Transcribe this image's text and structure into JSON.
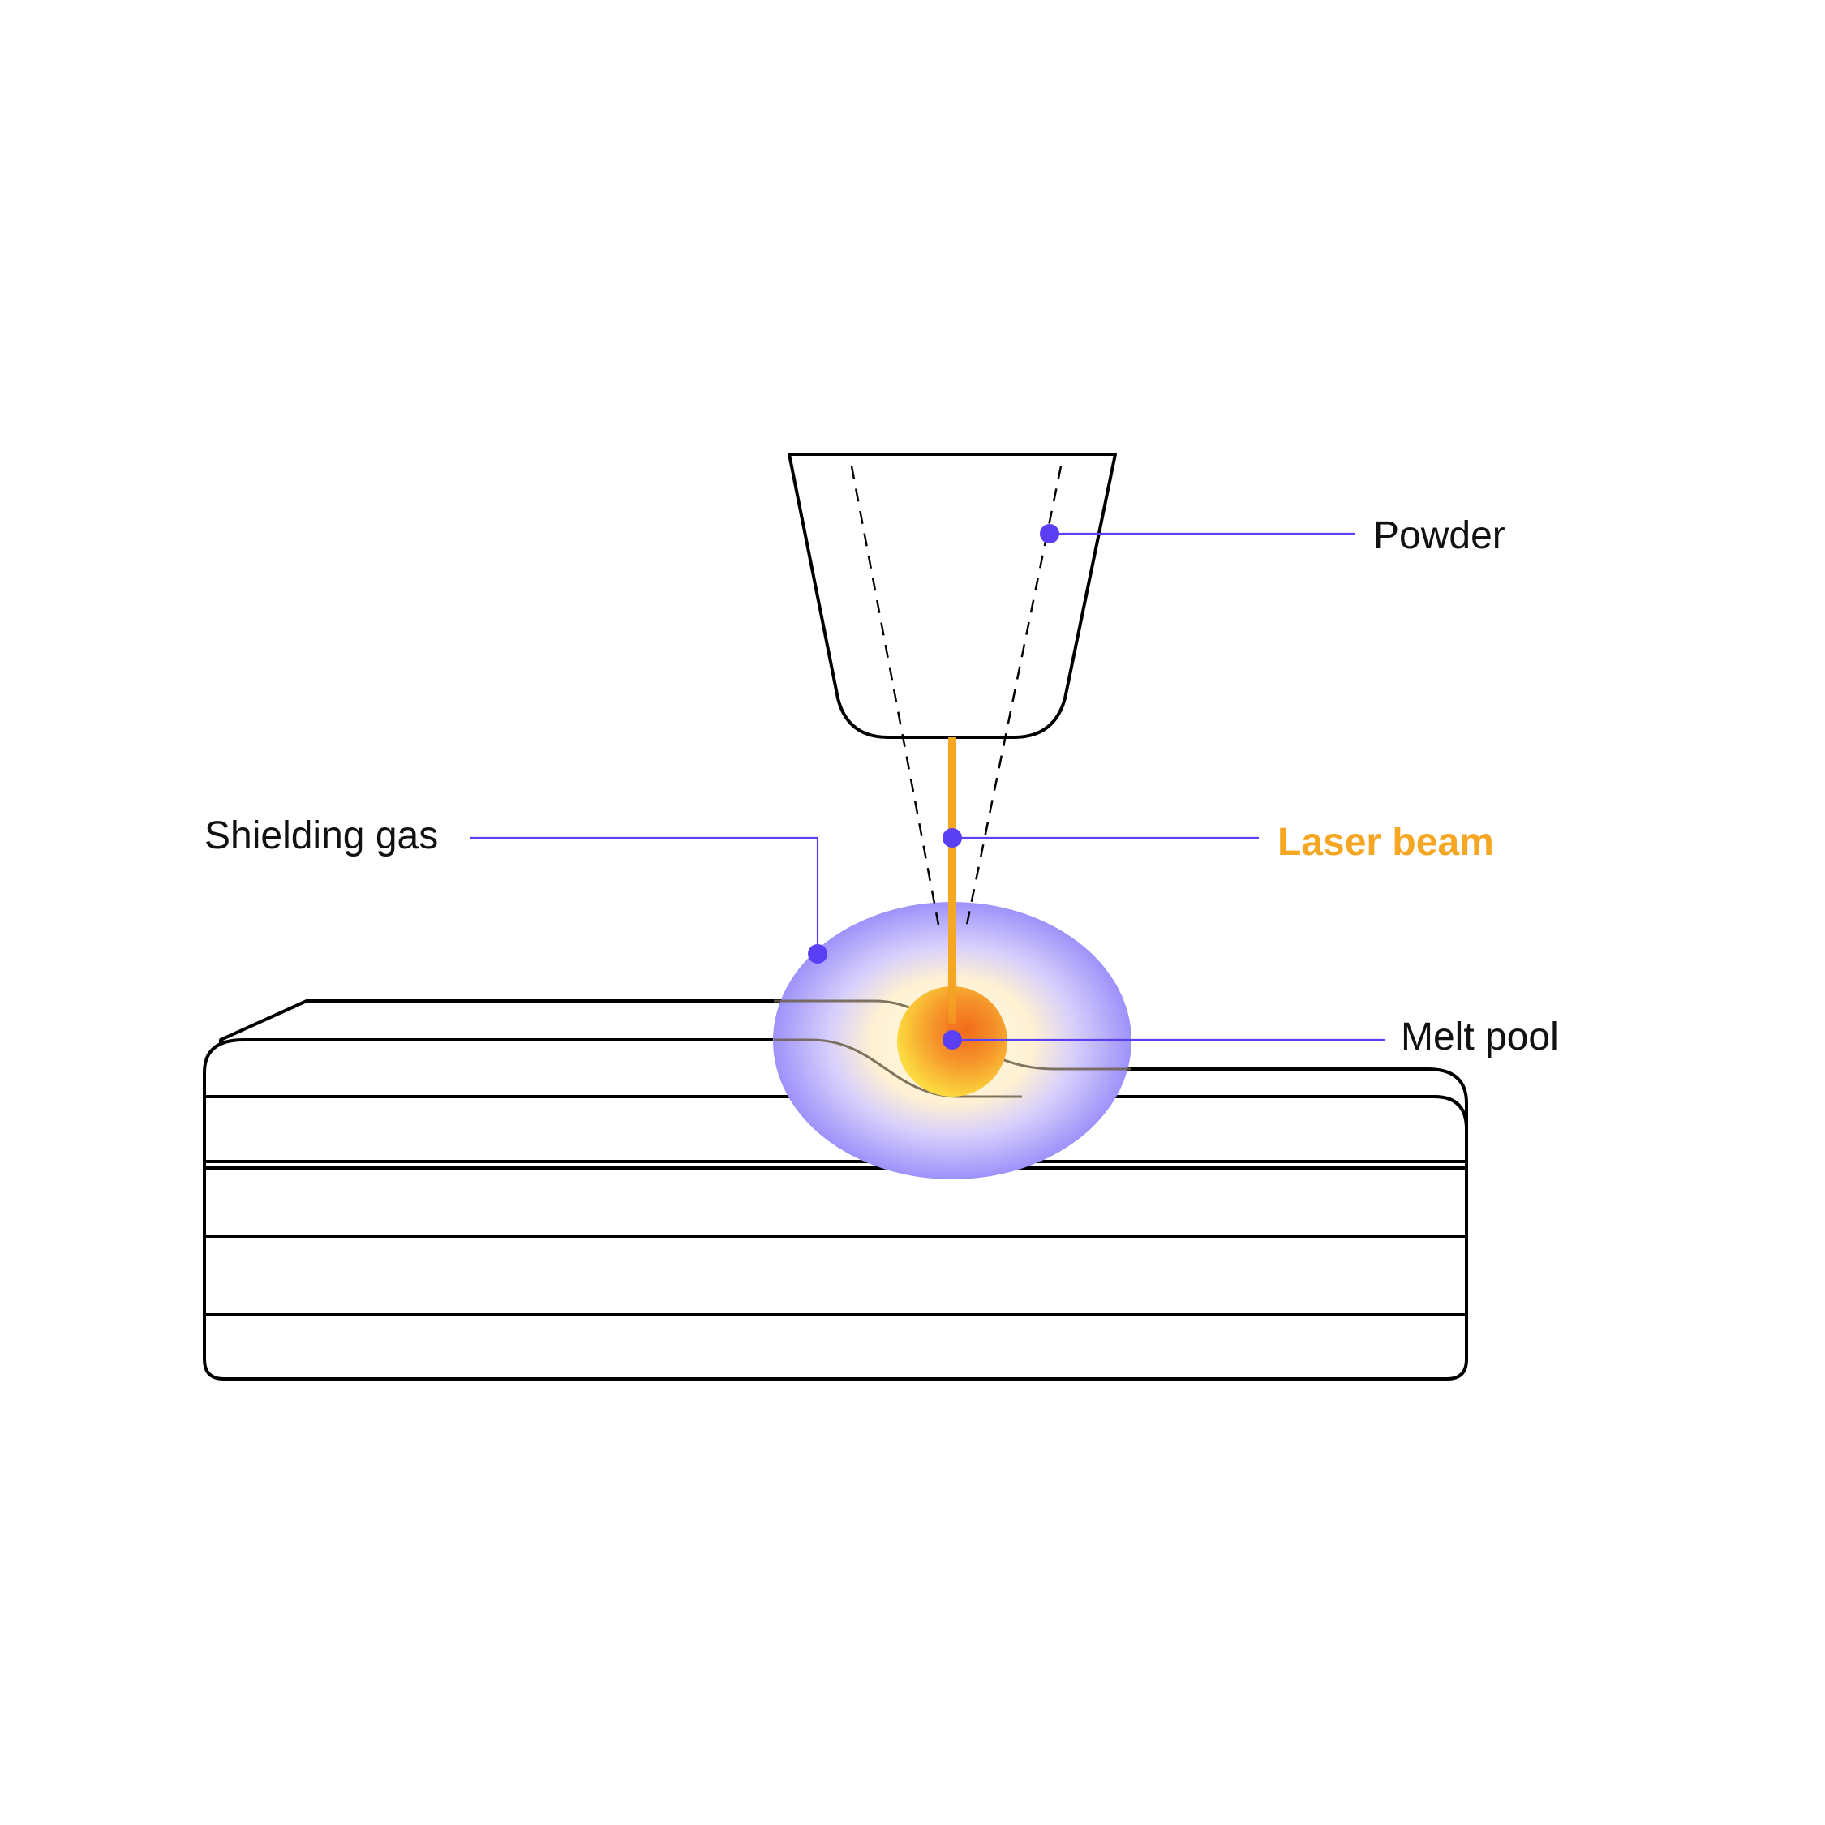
{
  "labels": {
    "powder": "Powder",
    "laser_beam": "Laser beam",
    "shielding_gas": "Shielding gas",
    "melt_pool": "Melt pool"
  },
  "colors": {
    "callout": "#5b3ff5",
    "laser": "#f5a623",
    "outline": "#000000",
    "gas_outer": "#9d92fa",
    "gas_inner": "#fff6df",
    "melt_core": "#f36f1e",
    "melt_edge": "#fbd23c"
  },
  "icons": {
    "callout_marker": "filled-circle-dot"
  }
}
